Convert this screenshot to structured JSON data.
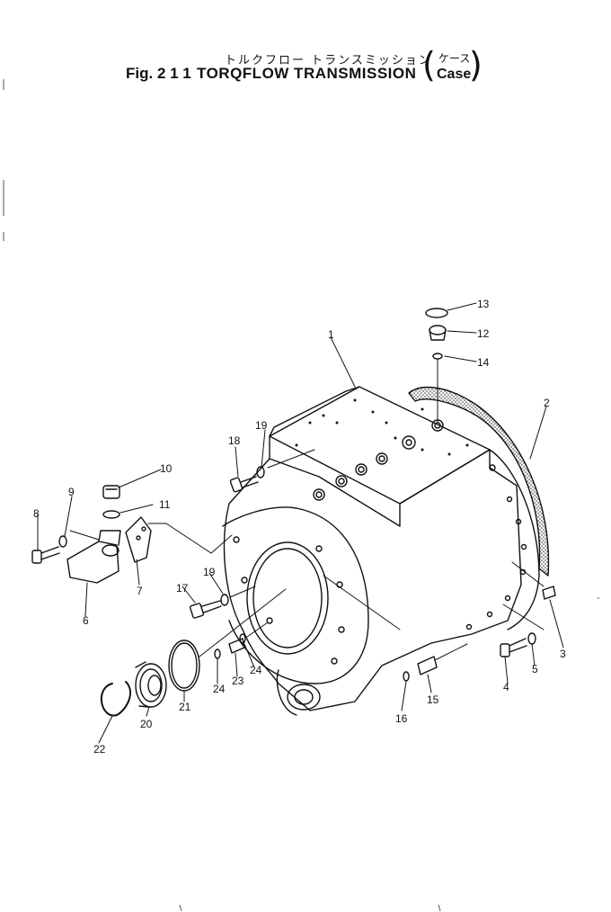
{
  "header": {
    "title_jp": "トルクフロー トランスミッション",
    "case_jp": "ケース",
    "fig_number": "Fig. 2 1 1",
    "title_en": "TORQFLOW TRANSMISSION",
    "case_en": "Case"
  },
  "part_labels": [
    "1",
    "2",
    "3",
    "4",
    "5",
    "6",
    "7",
    "8",
    "9",
    "10",
    "11",
    "12",
    "13",
    "14",
    "15",
    "16",
    "17",
    "18",
    "19",
    "19",
    "20",
    "21",
    "22",
    "23",
    "24",
    "24"
  ]
}
